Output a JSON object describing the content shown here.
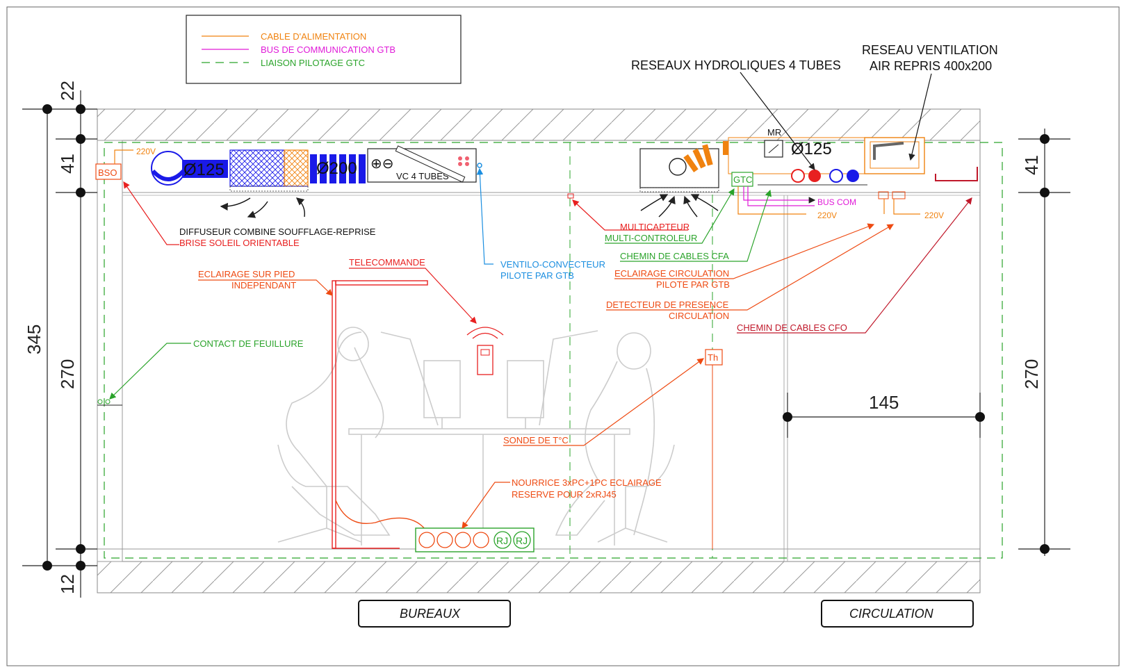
{
  "legend": {
    "items": [
      {
        "label": "CABLE D'ALIMENTATION",
        "color": "#f0820f",
        "style": "solid"
      },
      {
        "label": "BUS DE COMMUNICATION GTB",
        "color": "#e01ad8",
        "style": "solid"
      },
      {
        "label": "LIAISON PILOTAGE GTC",
        "color": "#2aa32a",
        "style": "dashed"
      }
    ]
  },
  "dimensions": {
    "left_top": "22",
    "left_upper": "41",
    "left_total": "345",
    "left_mid": "270",
    "left_bottom": "12",
    "right_upper": "41",
    "right_mid": "270",
    "circ_width": "145"
  },
  "equipment": {
    "bso": "BSO",
    "v220_left": "220V",
    "d125_left": "Ø125",
    "d200": "Ø200",
    "vc_label": "VC 4 TUBES",
    "plus_minus": "⊕⊖",
    "mr": "MR",
    "d125_right": "Ø125",
    "gtc": "GTC",
    "bus_com": "BUS COM",
    "v220_mid": "220V",
    "v220_right": "220V",
    "th": "Th",
    "rj1": "RJ",
    "rj2": "RJ"
  },
  "labels": {
    "diffuseur": "DIFFUSEUR COMBINE SOUFFLAGE-REPRISE",
    "brise": "BRISE SOLEIL ORIENTABLE",
    "telecommande": "TELECOMMANDE",
    "eclairage_pied_1": "ECLAIRAGE SUR PIED",
    "eclairage_pied_2": "INDEPENDANT",
    "ventilo_1": "VENTILO-CONVECTEUR",
    "ventilo_2": "PILOTE PAR GTB",
    "multicapteur": "MULTICAPTEUR",
    "multicontroleur": "MULTI-CONTROLEUR",
    "chemin_cfa": "CHEMIN DE CABLES CFA",
    "eclairage_circ_1": "ECLAIRAGE CIRCULATION",
    "eclairage_circ_2": "PILOTE PAR GTB",
    "detecteur_1": "DETECTEUR DE PRESENCE",
    "detecteur_2": "CIRCULATION",
    "chemin_cfo": "CHEMIN DE CABLES CFO",
    "contact": "CONTACT DE FEUILLURE",
    "sonde": "SONDE DE T°C",
    "nourrice_1": "NOURRICE 3xPC+1PC ECLAIRAGE",
    "nourrice_2": "RESERVE POUR 2xRJ45",
    "hydro": "RESEAUX HYDROLIQUES 4 TUBES",
    "ventil_1": "RESEAU VENTILATION",
    "ventil_2": "AIR REPRIS 400x200"
  },
  "rooms": {
    "bureaux": "BUREAUX",
    "circulation": "CIRCULATION"
  },
  "colors": {
    "orange": "#f0820f",
    "red_orange": "#ee4a12",
    "magenta": "#e01ad8",
    "green": "#2aa32a",
    "blue": "#1a1ae8",
    "light_blue": "#1a8ee0",
    "red": "#e82020",
    "dark_red": "#c0182a"
  }
}
